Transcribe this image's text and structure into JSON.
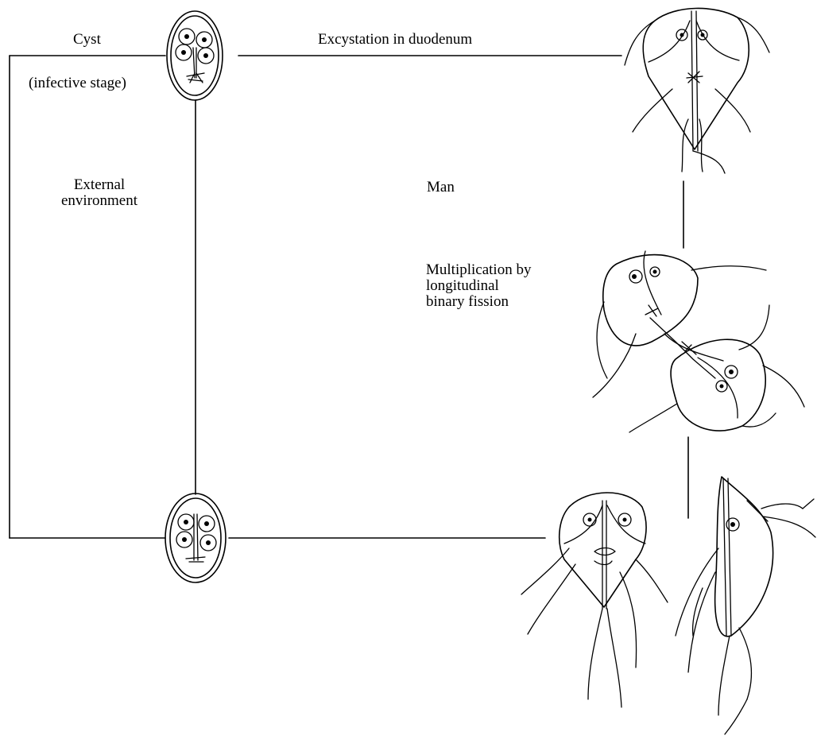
{
  "labels": {
    "cyst": "Cyst",
    "infective_stage": "(infective stage)",
    "excystation": "Excystation in duodenum",
    "external_line1": "External",
    "external_line2": "environment",
    "man": "Man",
    "multiplication_line1": "Multiplication by",
    "multiplication_line2": "longitudinal",
    "multiplication_line3": "binary fission"
  }
}
